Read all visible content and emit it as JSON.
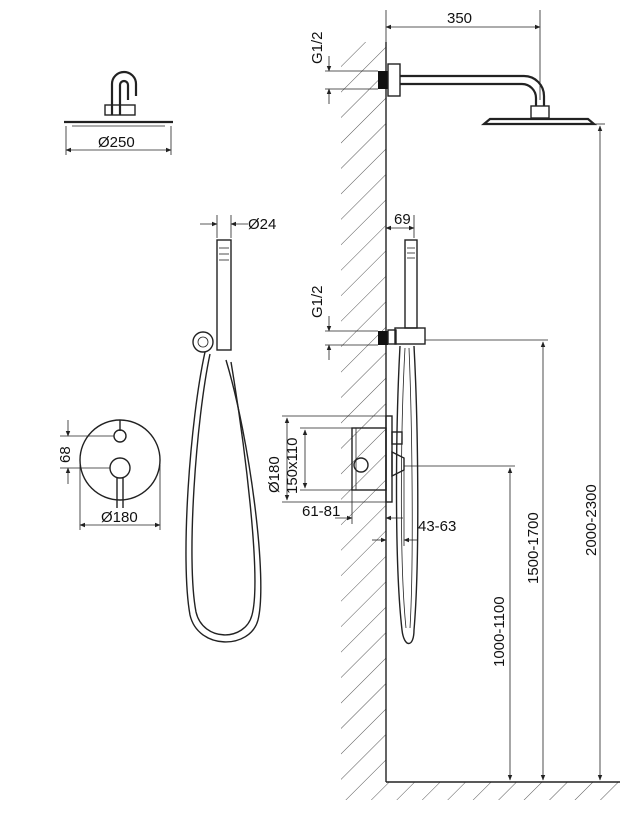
{
  "dimensions": {
    "head_diameter": "Ø250",
    "arm_length": "350",
    "thread_arm": "G1/2",
    "hand_diameter": "Ø24",
    "rail_offset": "69",
    "thread_hose": "G1/2",
    "plate_diameter": "Ø180",
    "box_size": "150x110",
    "plate_height": "68",
    "plate_diameter_front": "Ø180",
    "depth_range_a": "61-81",
    "depth_range_b": "43-63",
    "height_valve": "1000-1100",
    "height_hose": "1500-1700",
    "height_head": "2000-2300"
  }
}
